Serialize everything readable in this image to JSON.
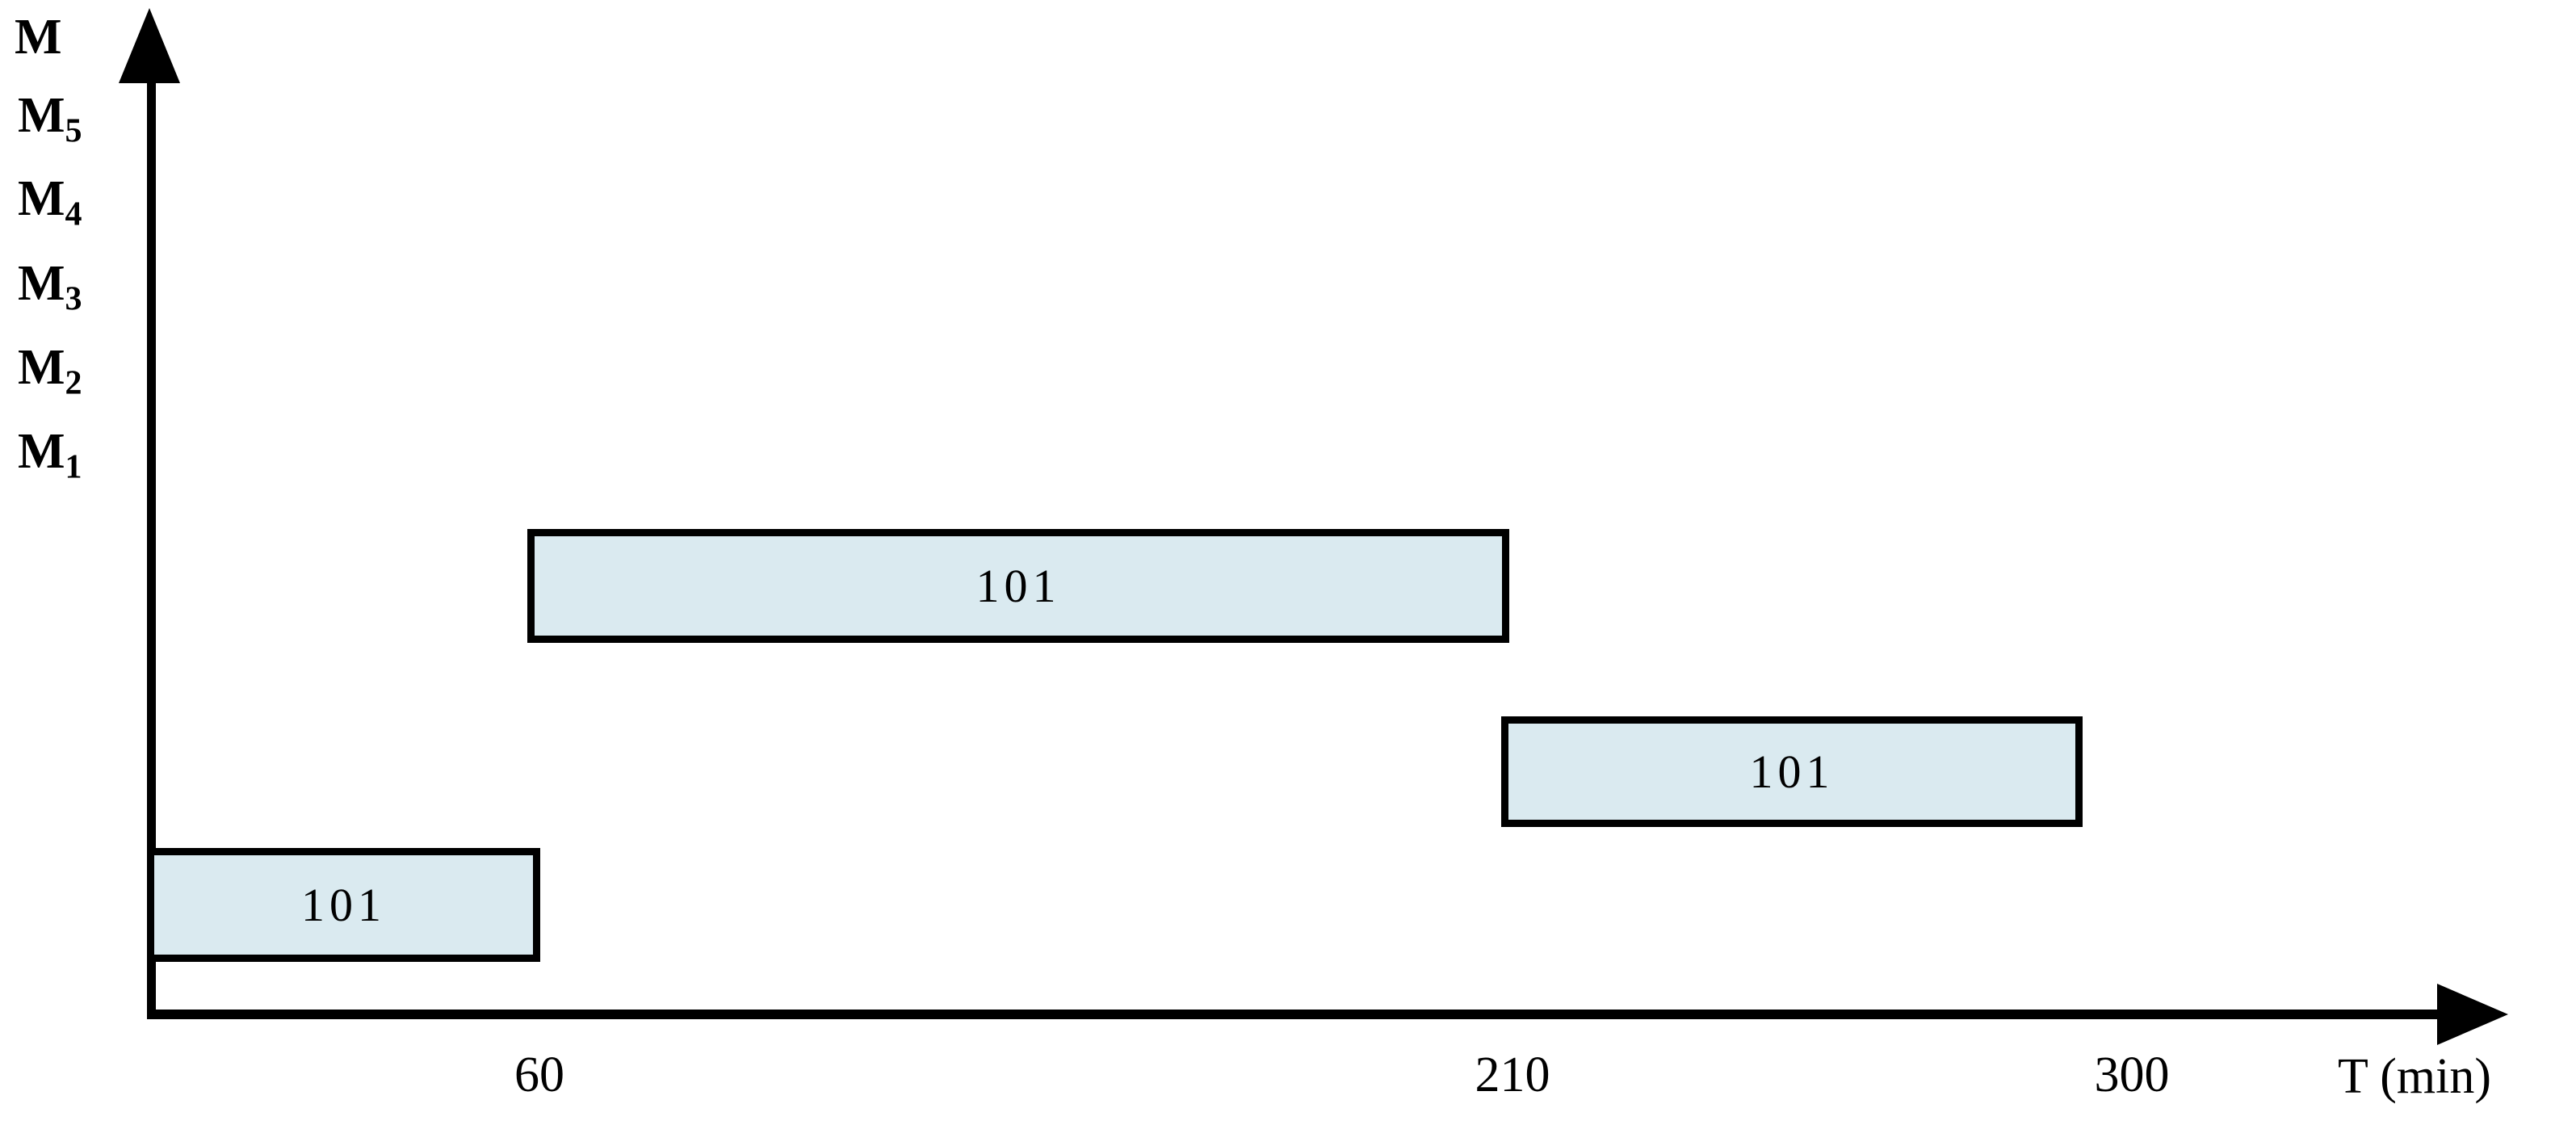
{
  "chart_data": {
    "type": "bar",
    "chart_subtype": "gantt",
    "title": "",
    "xlabel": "T (min)",
    "ylabel": "M",
    "xlim": [
      0,
      330
    ],
    "ylim": [
      0,
      6
    ],
    "grid": false,
    "legend": null,
    "x_tick_labels": [
      "60",
      "210",
      "300"
    ],
    "x_tick_values": [
      60,
      210,
      300
    ],
    "y_tick_labels": [
      "M₁",
      "M₂",
      "M₃",
      "M₄",
      "M₅"
    ],
    "y_categories": [
      "M1",
      "M2",
      "M3",
      "M4",
      "M5"
    ],
    "bar_fill_color": "#daeaf0",
    "bar_border_color": "#000000",
    "axis_color": "#000000",
    "background_color": "#ffffff",
    "tasks": [
      {
        "machine": "M1",
        "machine_label": "M₁",
        "job": "101",
        "start": 0,
        "end": 60,
        "duration": 60
      },
      {
        "machine": "M3",
        "machine_label": "M₃",
        "job": "101",
        "start": 58,
        "end": 210,
        "duration": 152
      },
      {
        "machine": "M2",
        "machine_label": "M₂",
        "job": "101",
        "start": 208,
        "end": 296,
        "duration": 88
      }
    ],
    "empty_machines": [
      "M4",
      "M5"
    ]
  },
  "axes": {
    "y": {
      "name": "M",
      "arrow_icon": "arrow-up-icon",
      "labels": [
        {
          "id": "m-axis",
          "base": "M",
          "sub": ""
        },
        {
          "id": "m5",
          "base": "M",
          "sub": "5"
        },
        {
          "id": "m4",
          "base": "M",
          "sub": "4"
        },
        {
          "id": "m3",
          "base": "M",
          "sub": "3"
        },
        {
          "id": "m2",
          "base": "M",
          "sub": "2"
        },
        {
          "id": "m1",
          "base": "M",
          "sub": "1"
        }
      ]
    },
    "x": {
      "title": "T (min)",
      "arrow_icon": "arrow-right-icon",
      "ticks": [
        {
          "value": "60"
        },
        {
          "value": "210"
        },
        {
          "value": "300"
        }
      ]
    }
  },
  "bars": [
    {
      "id": "bar-m1-job101",
      "label": "101",
      "machine": "M1"
    },
    {
      "id": "bar-m3-job101",
      "label": "101",
      "machine": "M3"
    },
    {
      "id": "bar-m2-job101",
      "label": "101",
      "machine": "M2"
    }
  ]
}
